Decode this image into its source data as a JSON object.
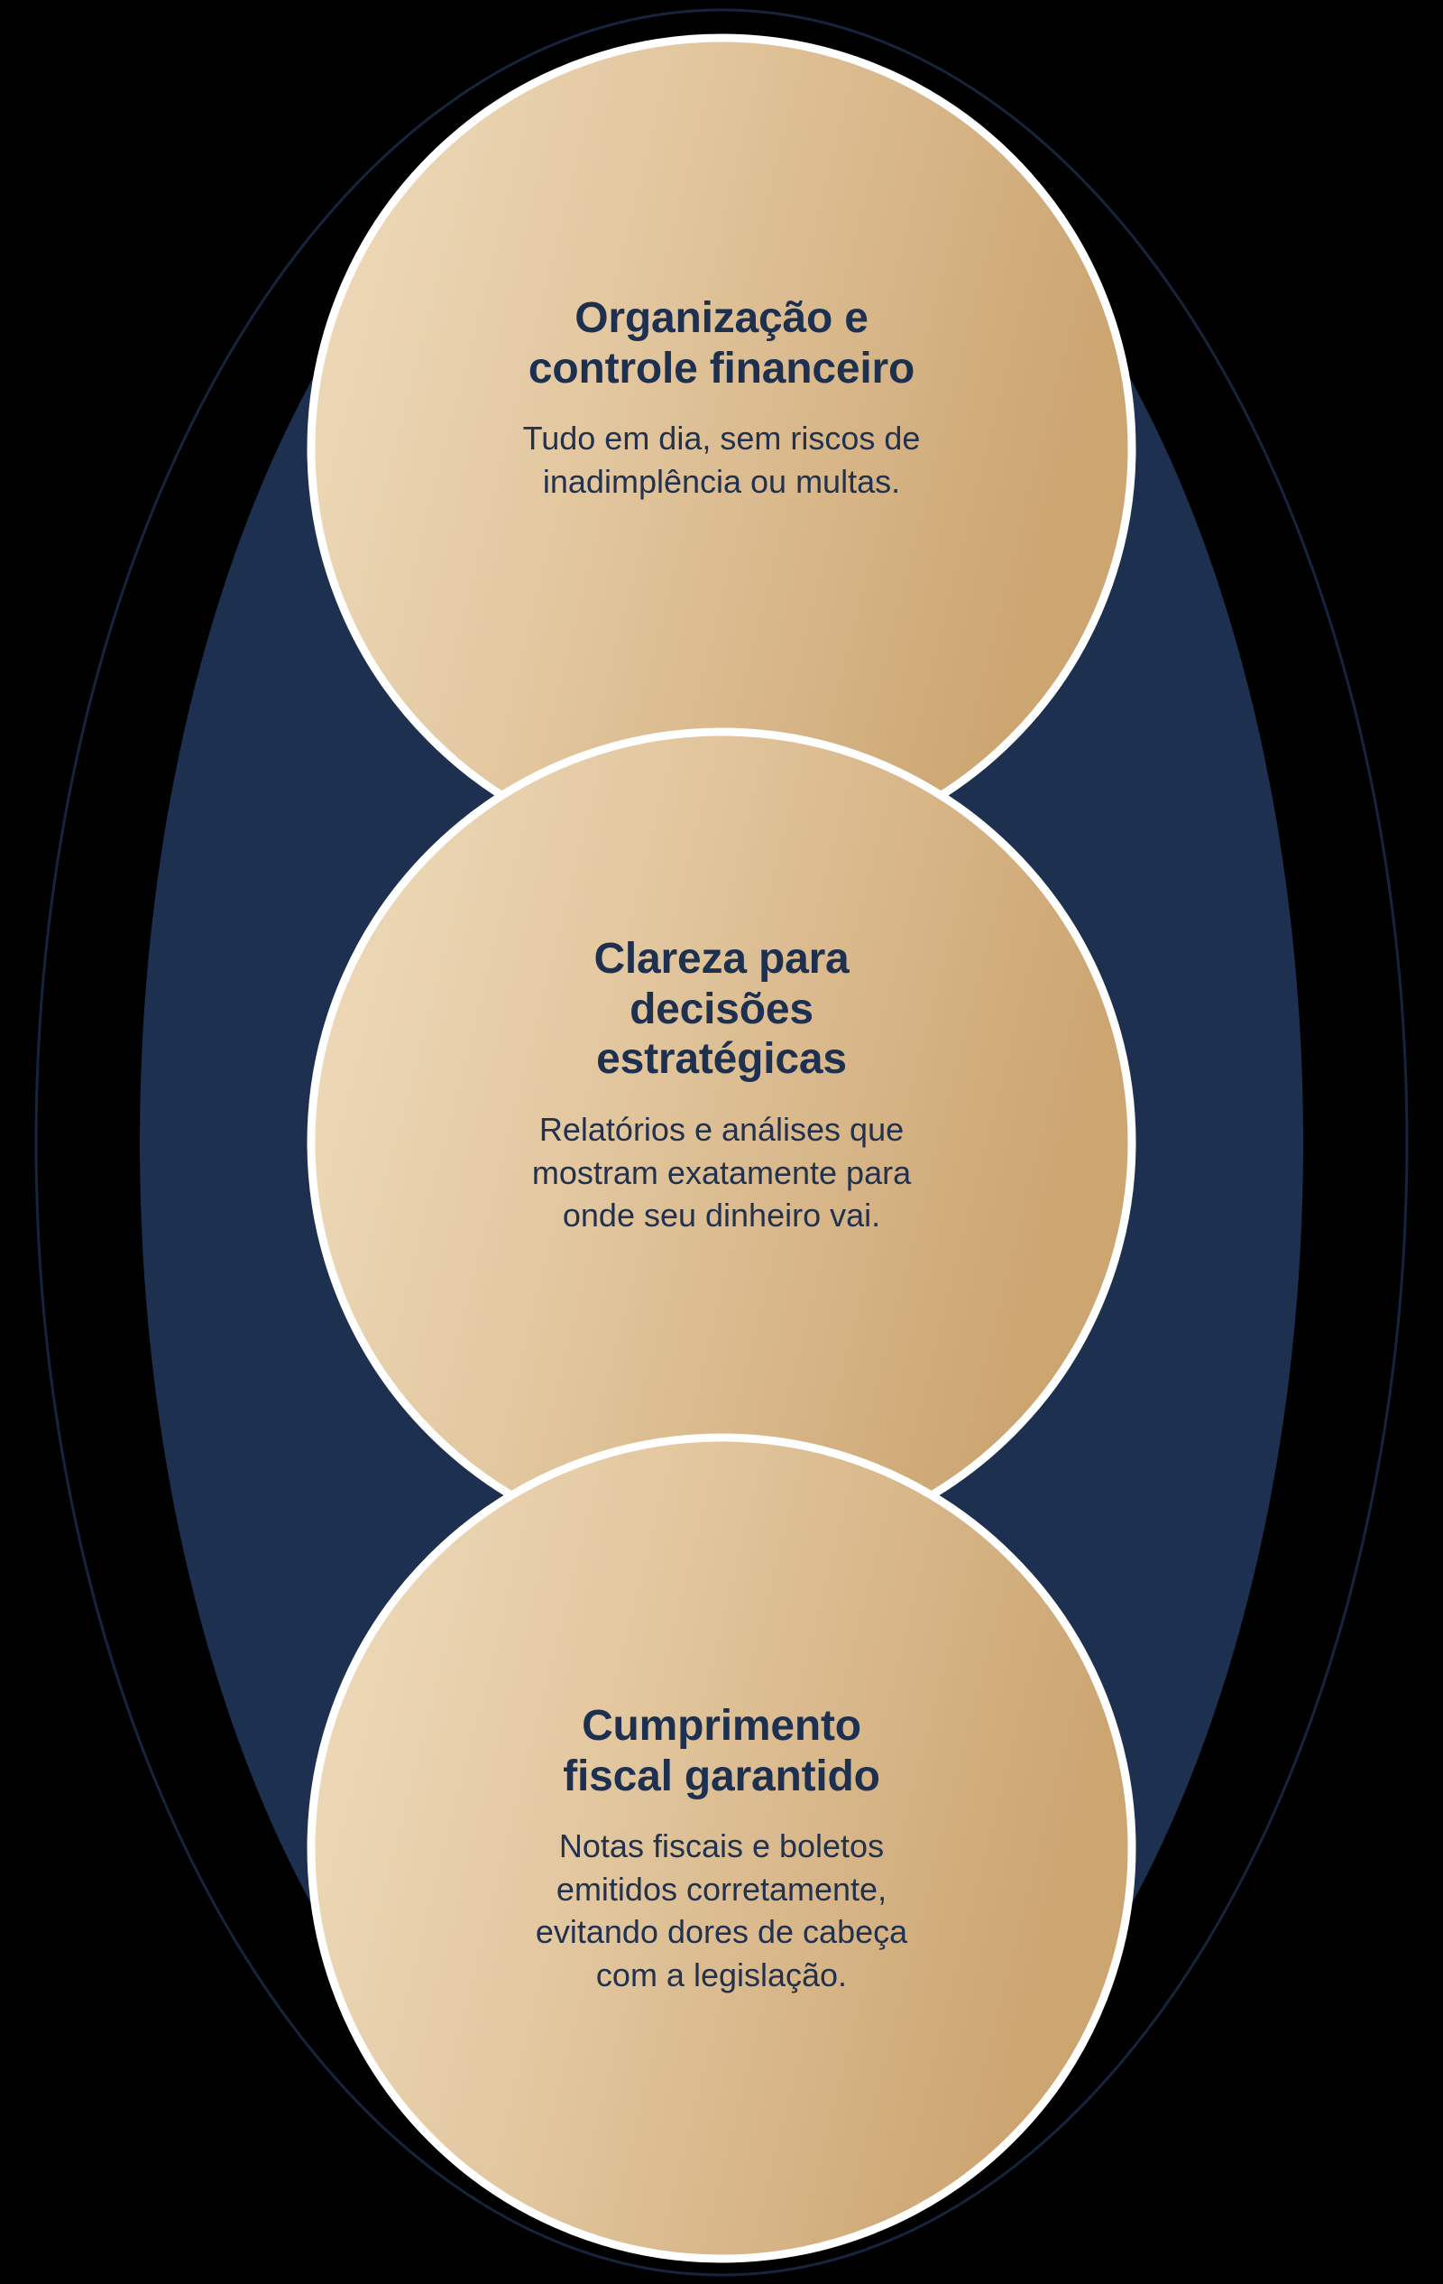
{
  "diagram": {
    "type": "venn-three-circle-vertical",
    "background_color": "#000000",
    "backdrop_ellipse_color": "#1d3050",
    "backdrop_outline_color": "#101c33",
    "circle_stroke_color": "#ffffff",
    "circle_gradient_from": "#ecd6b2",
    "circle_gradient_to": "#cfa775",
    "title_color": "#1d3050",
    "body_color": "#22314d",
    "circles": [
      {
        "id": "organizacao",
        "title": "Organização e\ncontrole financeiro",
        "title_lines": [
          "Organização e",
          "controle financeiro"
        ],
        "body": "Tudo em dia, sem riscos de inadimplência ou multas.",
        "body_lines": [
          "Tudo em dia, sem riscos de",
          "inadimplência ou multas."
        ]
      },
      {
        "id": "clareza",
        "title": "Clareza para decisões estratégicas",
        "title_lines": [
          "Clareza para",
          "decisões",
          "estratégicas"
        ],
        "body": "Relatórios e análises que mostram exatamente para onde seu dinheiro vai.",
        "body_lines": [
          "Relatórios e análises que",
          "mostram exatamente para",
          "onde seu dinheiro vai."
        ]
      },
      {
        "id": "fiscal",
        "title": "Cumprimento fiscal garantido",
        "title_lines": [
          "Cumprimento",
          "fiscal garantido"
        ],
        "body": "Notas fiscais e boletos emitidos corretamente, evitando dores de cabeça com a legislação.",
        "body_lines": [
          "Notas fiscais e boletos",
          "emitidos corretamente,",
          "evitando dores de cabeça",
          "com a legislação."
        ]
      }
    ]
  }
}
